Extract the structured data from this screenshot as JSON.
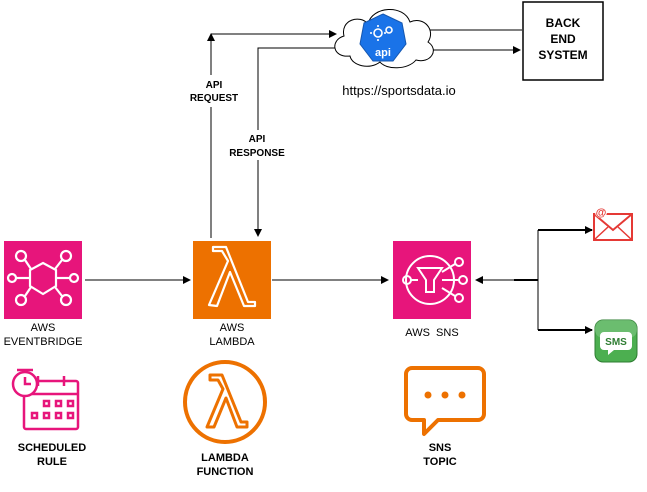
{
  "nodes": {
    "eventbridge": {
      "label_line1": "AWS",
      "label_line2": "EVENTBRIDGE",
      "color": "#e7157b"
    },
    "lambda": {
      "label_line1": "AWS",
      "label_line2": "LAMBDA",
      "color": "#ed7100"
    },
    "sns": {
      "label": "AWS  SNS",
      "color": "#e7157b"
    },
    "backend": {
      "line1": "BACK",
      "line2": "END",
      "line3": "SYSTEM"
    },
    "api_cloud": {
      "badge": "api",
      "url": "https://sportsdata.io",
      "color": "#1a73e8"
    },
    "email": {
      "icon": "email-icon",
      "at": "@",
      "color": "#e53935"
    },
    "sms": {
      "icon": "sms-icon",
      "text": "SMS",
      "color": "#4caf50"
    }
  },
  "edge_labels": {
    "api_request_1": "API",
    "api_request_2": "REQUEST",
    "api_response_1": "API",
    "api_response_2": "RESPONSE"
  },
  "legend": {
    "scheduled_rule": {
      "line1": "SCHEDULED",
      "line2": "RULE",
      "color": "#e7157b"
    },
    "lambda_function": {
      "line1": "LAMBDA",
      "line2": "FUNCTION",
      "color": "#ed7100"
    },
    "sns_topic": {
      "line1": "SNS",
      "line2": "TOPIC",
      "color": "#ed7100"
    }
  }
}
